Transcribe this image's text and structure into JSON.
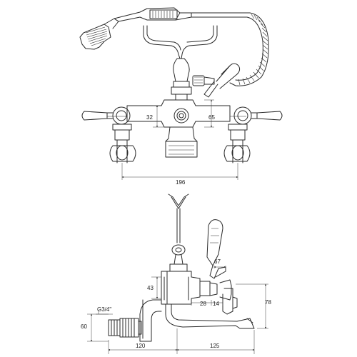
{
  "drawing": {
    "top_view": {
      "dim_height_left": "32",
      "dim_height_right": "65",
      "dim_width": "196"
    },
    "side_view": {
      "dim_handle_offset": "67",
      "dim_body_height": "43",
      "dim_spout_a": "28",
      "dim_spout_b": "14",
      "dim_overall_height": "78",
      "dim_thread": "G3/4\"",
      "dim_inlet_height": "60",
      "dim_reach_left": "120",
      "dim_reach_right": "125"
    }
  }
}
